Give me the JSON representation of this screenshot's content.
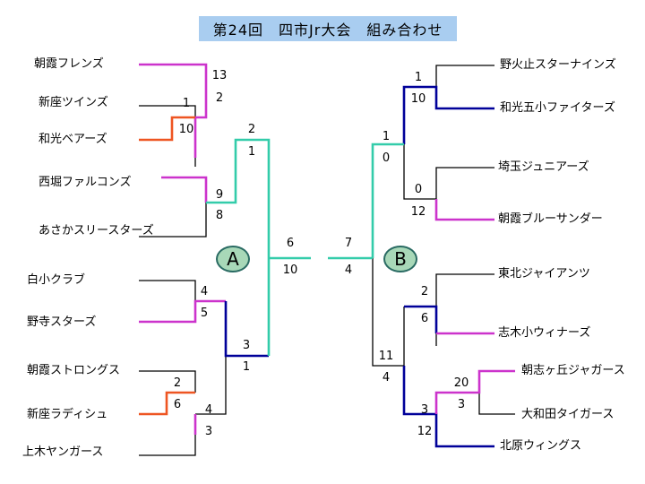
{
  "title": "第24回　四市Jr大会　組み合わせ",
  "colors": {
    "line_default": "#000000",
    "line_magenta": "#cc33cc",
    "line_orange": "#ee5522",
    "line_navy": "#000099",
    "line_teal": "#33ccaa",
    "title_bg": "#a9cdf0",
    "badge_bg": "#a8d8b8"
  },
  "blocks": {
    "a": "A",
    "b": "B"
  },
  "teams_left": [
    "朝霞フレンズ",
    "新座ツインズ",
    "和光ベアーズ",
    "西堀ファルコンズ",
    "あさかスリースターズ",
    "白小クラブ",
    "野寺スターズ",
    "朝霞ストロングス",
    "新座ラディシュ",
    "上木ヤンガース"
  ],
  "teams_right": [
    "野火止スターナインズ",
    "和光五小ファイターズ",
    "埼玉ジュニアーズ",
    "朝霞ブルーサンダー",
    "東北ジャイアンツ",
    "志木小ウィナーズ",
    "朝志ヶ丘ジャガース",
    "大和田タイガース",
    "北原ウィングス"
  ],
  "scores": {
    "l1a": "1",
    "l1b": "10",
    "l2a": "13",
    "l2b": "2",
    "l3a": "9",
    "l3b": "8",
    "l4a": "2",
    "l4b": "1",
    "l5a": "4",
    "l5b": "5",
    "l6a": "2",
    "l6b": "6",
    "l7a": "4",
    "l7b": "3",
    "l8a": "3",
    "l8b": "1",
    "lfa": "6",
    "lfb": "10",
    "r1a": "1",
    "r1b": "10",
    "r2a": "0",
    "r2b": "12",
    "r3a": "1",
    "r3b": "0",
    "r4a": "2",
    "r4b": "6",
    "r5a": "20",
    "r5b": "3",
    "r6a": "3",
    "r6b": "12",
    "r7a": "11",
    "r7b": "4",
    "rfa": "7",
    "rfb": "4"
  }
}
